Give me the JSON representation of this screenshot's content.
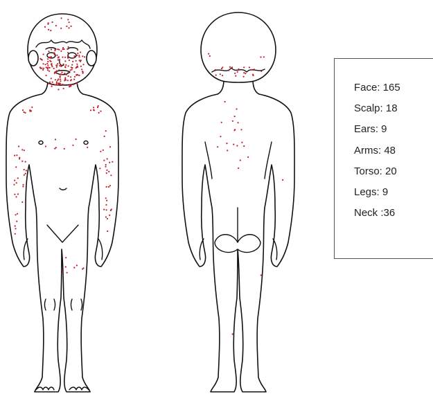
{
  "colors": {
    "lesion": "#c0202a",
    "outline": "#111111",
    "legend_border": "#555555"
  },
  "views": [
    "front-view",
    "back-view"
  ],
  "legend": {
    "items": [
      {
        "label": "Face: 165"
      },
      {
        "label": "Scalp: 18"
      },
      {
        "label": "Ears: 9"
      },
      {
        "label": "Arms: 48"
      },
      {
        "label": "Torso: 20"
      },
      {
        "label": "Legs: 9"
      },
      {
        "label": "Neck :36"
      }
    ]
  }
}
